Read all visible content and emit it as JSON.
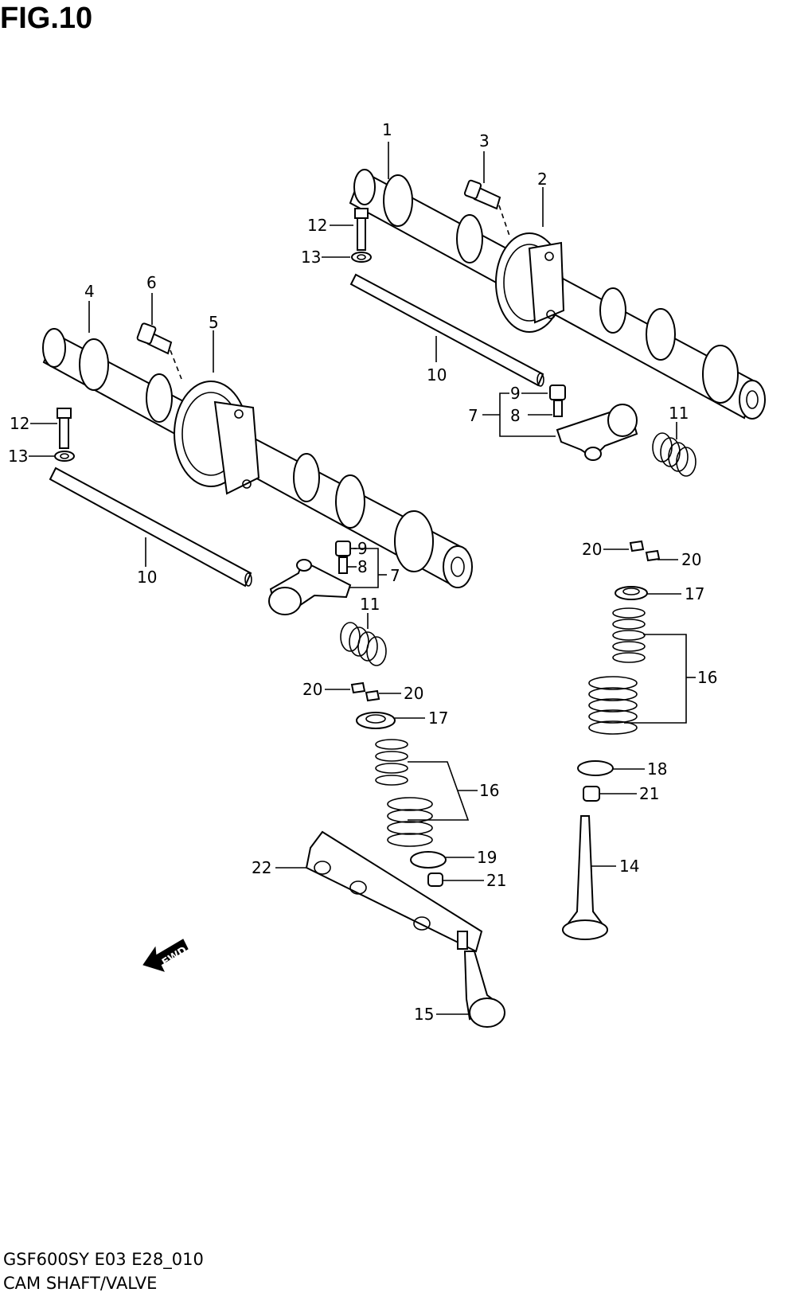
{
  "header": {
    "figure_title": "FIG.10"
  },
  "footer": {
    "model_code": "GSF600SY E03 E28_010",
    "caption": "CAM SHAFT/VALVE"
  },
  "direction_marker": {
    "label": "FWD"
  },
  "callouts": {
    "c1": "1",
    "c2": "2",
    "c3": "3",
    "c4": "4",
    "c5": "5",
    "c6": "6",
    "c7a": "7",
    "c7b": "7",
    "c8a": "8",
    "c8b": "8",
    "c9a": "9",
    "c9b": "9",
    "c10a": "10",
    "c10b": "10",
    "c11a": "11",
    "c11b": "11",
    "c12a": "12",
    "c12b": "12",
    "c13a": "13",
    "c13b": "13",
    "c14": "14",
    "c15": "15",
    "c16a": "16",
    "c16b": "16",
    "c17a": "17",
    "c17b": "17",
    "c18": "18",
    "c19": "19",
    "c20a": "20",
    "c20b": "20",
    "c20c": "20",
    "c20d": "20",
    "c21a": "21",
    "c21b": "21",
    "c22": "22"
  }
}
